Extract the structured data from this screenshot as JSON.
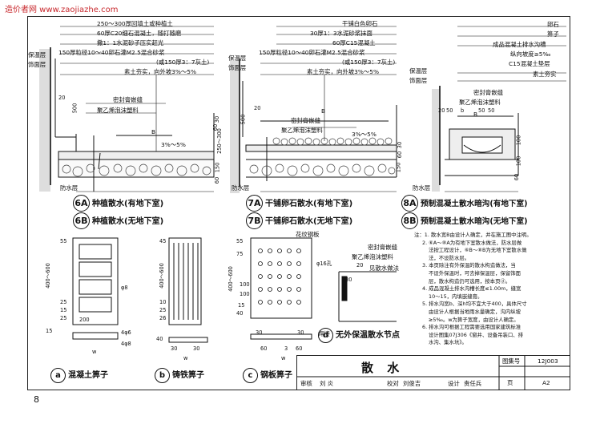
{
  "watermark": "造价者网 www.zaojiazhe.com",
  "page_number": "8",
  "fig6": {
    "layers": [
      "250～300厚回填土或种植土",
      "60厚C20细石混凝土，随打随磨",
      "撒1：1水泥砂子压实赶光",
      "150厚粒径10～40卵石灌M2.5混合砂浆",
      "(或150厚3：7灰土)",
      "素土夯实，向外坡3%～5%"
    ],
    "left_labels": [
      "保温层",
      "饰面层"
    ],
    "seal": "密封膏嵌缝",
    "foam": "聚乙烯泡沫塑料",
    "waterproof": "防水层",
    "slope": "3%～5%",
    "B": "B",
    "dims_left": [
      "20",
      "500"
    ],
    "dims_right": [
      "30",
      "60",
      "250～300",
      "150",
      "60"
    ],
    "cap_a_code": "6A",
    "cap_a": "种植散水(有地下室)",
    "cap_b_code": "6B",
    "cap_b": "种植散水(无地下室)"
  },
  "fig7": {
    "layers": [
      "干铺白色卵石",
      "30厚1：3水泥砂浆抹面",
      "60厚C15混凝土",
      "150厚粒径10～40卵石灌M2.5混合砂浆",
      "(或150厚3：7灰土)",
      "素土夯实，向外坡3%～5%"
    ],
    "left_labels": [
      "保温层",
      "饰面层"
    ],
    "seal": "密封膏嵌缝",
    "foam": "聚乙烯泡沫塑料",
    "waterproof": "防水层",
    "slope": "3%～5%",
    "B": "B",
    "dims_left": [
      "20",
      "500"
    ],
    "dims_right": [
      "150",
      "60",
      "30"
    ],
    "cap_a_code": "7A",
    "cap_a": "干铺卵石散水(有地下室)",
    "cap_b_code": "7B",
    "cap_b": "干铺卵石散水(无地下室)"
  },
  "fig8": {
    "layers": [
      "卵石",
      "箅子",
      "成品混凝土排水沟槽",
      "纵向坡度≥5‰",
      "C15混凝土垫层",
      "素土夯实"
    ],
    "left_labels": [
      "保温层",
      "饰面层"
    ],
    "seal": "密封膏嵌缝",
    "foam": "聚乙烯泡沫塑料",
    "waterproof": "防水层",
    "B": "B",
    "dims_top": [
      "20",
      "50",
      "b",
      "50",
      "50"
    ],
    "dims_side": [
      "100",
      "100",
      "60"
    ],
    "cap_a_code": "8A",
    "cap_a": "预制混凝土散水暗沟(有地下室)",
    "cap_b_code": "8B",
    "cap_b": "预制混凝土散水暗沟(无地下室)"
  },
  "grates": {
    "a_dims": [
      "55",
      "400～600",
      "25",
      "15",
      "25",
      "200",
      "4φ6",
      "4φ8",
      "w",
      "φ8",
      "15"
    ],
    "a_code": "a",
    "a_title": "混凝土箅子",
    "b_dims": [
      "400～600",
      "45",
      "10",
      "25",
      "26",
      "40",
      "30",
      "30",
      "w"
    ],
    "b_code": "b",
    "b_title": "铸铁箅子",
    "c_dims": [
      "55",
      "75",
      "15",
      "40",
      "φ16孔",
      "花纹钢板",
      "焊接",
      "60",
      "3",
      "60",
      "w",
      "100",
      "100",
      "400～600",
      "30",
      "30"
    ],
    "c_code": "c",
    "c_title": "钢板箅子"
  },
  "fig_d": {
    "seal": "密封膏嵌缝",
    "foam": "聚乙烯泡沫塑料",
    "see": "见散水做法",
    "dims": [
      "20",
      "30"
    ],
    "code": "d",
    "title": "无外保温散水节点"
  },
  "notes": {
    "lines": [
      "注：1. 散水宽B由设计人确定，并在施工图中注明。",
      "2. ⑥A～⑧A为有地下室散水做法，防水层做",
      "法按工程设计，⑥B～⑧B为无地下室散水做",
      "法，不设防水层。",
      "3. 本页除注有外保温的散水构造做法，当",
      "不设外保温时，可去掉保温层，保留饰面",
      "层，散水构造仍可选用，按本页ⓓ。",
      "4. 成品混凝土排水沟槽长度≤1.00m，缝宽",
      "10～15，内填嵌缝膏。",
      "5. 排水沟宽b、深h均不宜大于400，具体尺寸",
      "由设计人根据当地雨水量确定，沟内纵坡",
      "≥5‰。w为箅子宽度，由设计人确定。",
      "6. 排水沟可根据工程需要选用国家建筑标准",
      "设计图集07J306《窗井、设备吊装口、排",
      "水沟、集水坑》。"
    ]
  },
  "title_block": {
    "title": "散 水",
    "atlas_label": "图集号",
    "atlas_no": "12J003",
    "page_label": "页",
    "page_no": "A2",
    "review": "审核",
    "reviewer": "刘 炎",
    "check": "校对",
    "checker": "刘俊吉",
    "design": "设计",
    "designer": "责任兵"
  }
}
